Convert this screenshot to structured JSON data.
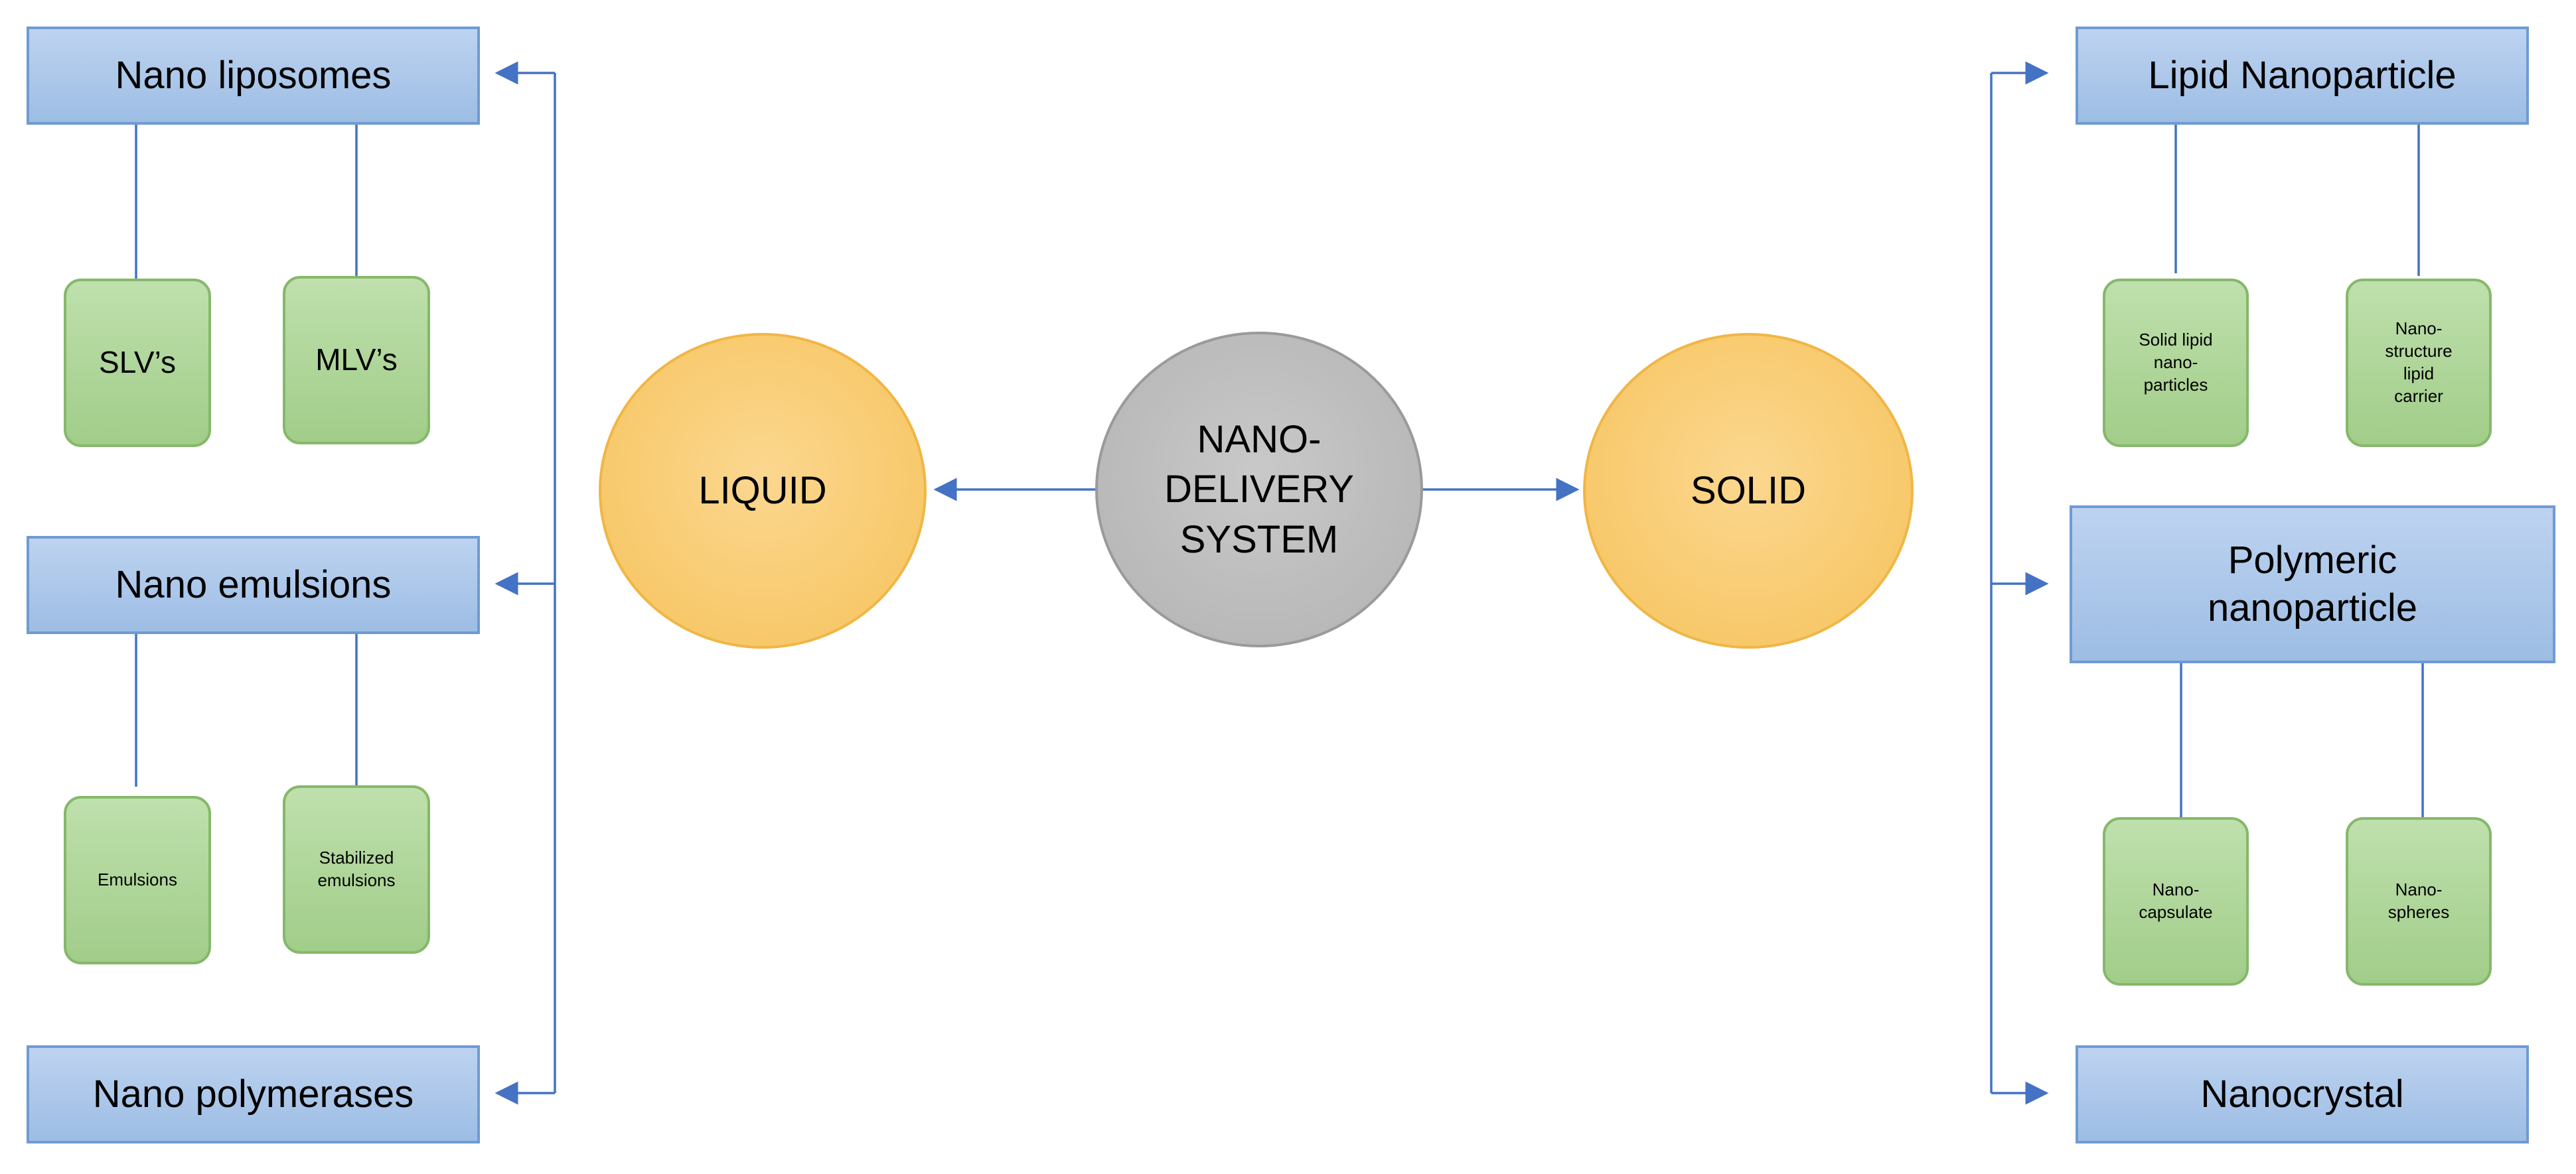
{
  "center": {
    "label": "NANO-\nDELIVERY\nSYSTEM"
  },
  "liquid": {
    "label": "LIQUID",
    "nano_liposomes": {
      "label": "Nano liposomes",
      "children": [
        "SLV’s",
        "MLV’s"
      ]
    },
    "nano_emulsions": {
      "label": "Nano emulsions",
      "children": [
        "Emulsions",
        "Stabilized\nemulsions"
      ]
    },
    "nano_polymerases": {
      "label": "Nano polymerases"
    }
  },
  "solid": {
    "label": "SOLID",
    "lipid_nanoparticle": {
      "label": "Lipid Nanoparticle",
      "children": [
        "Solid lipid\nnano-\nparticles",
        "Nano-\nstructure\nlipid\ncarrier"
      ]
    },
    "polymeric_nanoparticle": {
      "label": "Polymeric\nnanoparticle",
      "children": [
        "Nano-\ncapsulate",
        "Nano-\nspheres"
      ]
    },
    "nanocrystal": {
      "label": "Nanocrystal"
    }
  },
  "colors": {
    "connector": "#4472c4",
    "blue_box": "#a9c6ea",
    "green_box": "#aed49a",
    "orange_circle": "#f9cc70",
    "gray_circle": "#bdbdbd"
  }
}
